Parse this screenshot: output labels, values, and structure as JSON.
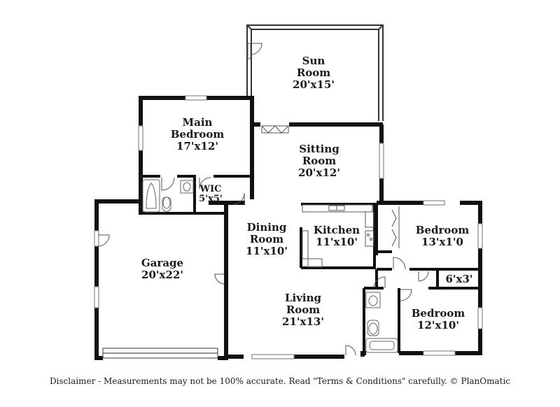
{
  "rooms": {
    "sun_room": {
      "name_1": "Sun",
      "name_2": "Room",
      "size": "20'x15'"
    },
    "main_bedroom": {
      "name_1": "Main",
      "name_2": "Bedroom",
      "size": "17'x12'"
    },
    "sitting_room": {
      "name_1": "Sitting",
      "name_2": "Room",
      "size": "20'x12'"
    },
    "wic": {
      "name": "WIC",
      "size": "5'x5'"
    },
    "dining_room": {
      "name_1": "Dining",
      "name_2": "Room",
      "size": "11'x10'"
    },
    "kitchen": {
      "name": "Kitchen",
      "size": "11'x10'"
    },
    "bedroom_2": {
      "name": "Bedroom",
      "size": "13'x1'0"
    },
    "garage": {
      "name": "Garage",
      "size": "20'x22'"
    },
    "closet": {
      "size": "6'x3'"
    },
    "living_room": {
      "name_1": "Living",
      "name_2": "Room",
      "size": "21'x13'"
    },
    "bedroom_3": {
      "name": "Bedroom",
      "size": "12'x10'"
    }
  },
  "disclaimer": "Disclaimer - Measurements may not be 100% accurate. Read \"Terms & Conditions\" carefully. © PlanOmatic"
}
